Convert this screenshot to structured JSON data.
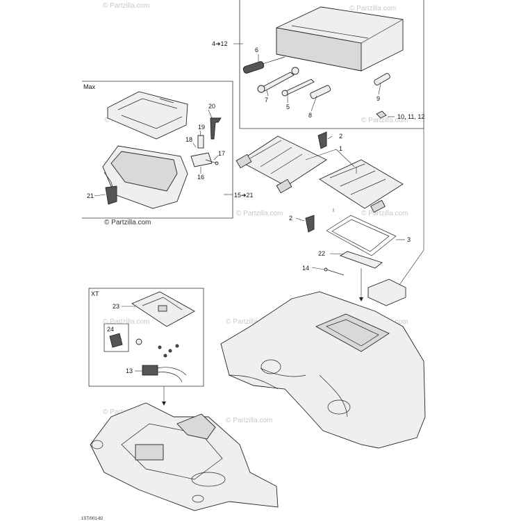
{
  "watermark": "© Partzilla.com",
  "boxes": {
    "max": {
      "title": "Max"
    },
    "xt": {
      "title": "XT"
    }
  },
  "range_labels": {
    "tools": "4➔12",
    "max_group": "15➔21"
  },
  "callouts": {
    "c1": "1",
    "c2a": "2",
    "c2b": "2",
    "c3": "3",
    "c5": "5",
    "c6": "6",
    "c7": "7",
    "c8": "8",
    "c9": "9",
    "c10": "10, 11, 12",
    "c13": "13",
    "c14": "14",
    "c16": "16",
    "c17": "17",
    "c18": "18",
    "c19": "19",
    "c20": "20",
    "c21": "21",
    "c22": "22",
    "c23": "23",
    "c24": "24"
  },
  "footer_code": "1ST/001-82",
  "colors": {
    "line": "#222222",
    "fill": "#efefef",
    "watermark": "#c8c8c8"
  }
}
